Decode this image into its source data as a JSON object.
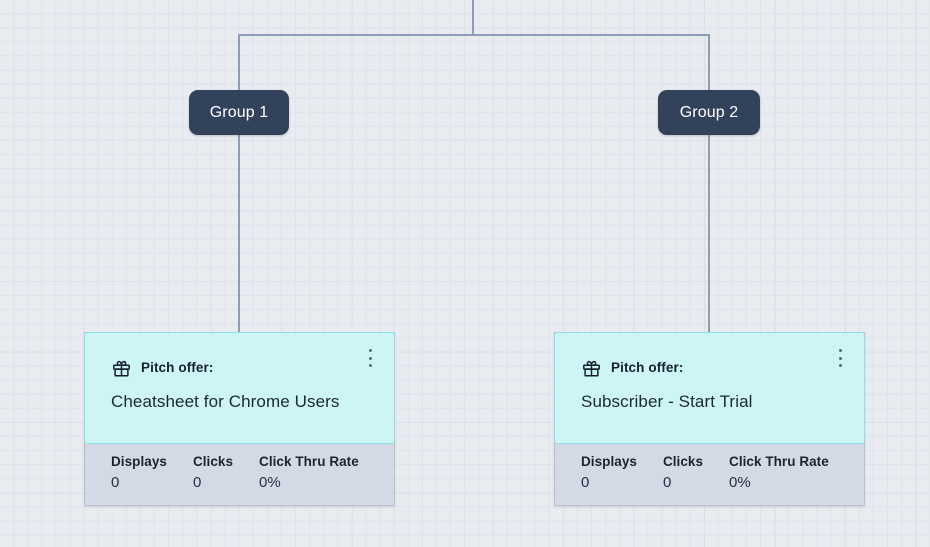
{
  "canvas": {
    "grid_minor_color": "#dfe3ea",
    "grid_major_color": "#d2d7e0",
    "background_color": "#e8ebf0",
    "connector_color": "#8f9cb5"
  },
  "groups": [
    {
      "label": "Group 1"
    },
    {
      "label": "Group 2"
    }
  ],
  "cards": [
    {
      "kicker": "Pitch offer:",
      "icon": "gift-icon",
      "title": "Cheatsheet for Chrome Users",
      "menu_icon": "kebab-menu-icon",
      "body_color": "#cdf5f6",
      "footer_color": "#d4dae5",
      "stats": [
        {
          "label": "Displays",
          "value": "0"
        },
        {
          "label": "Clicks",
          "value": "0"
        },
        {
          "label": "Click Thru Rate",
          "value": "0%"
        }
      ]
    },
    {
      "kicker": "Pitch offer:",
      "icon": "gift-icon",
      "title": "Subscriber - Start Trial",
      "menu_icon": "kebab-menu-icon",
      "body_color": "#cdf5f6",
      "footer_color": "#d4dae5",
      "stats": [
        {
          "label": "Displays",
          "value": "0"
        },
        {
          "label": "Clicks",
          "value": "0"
        },
        {
          "label": "Click Thru Rate",
          "value": "0%"
        }
      ]
    }
  ]
}
